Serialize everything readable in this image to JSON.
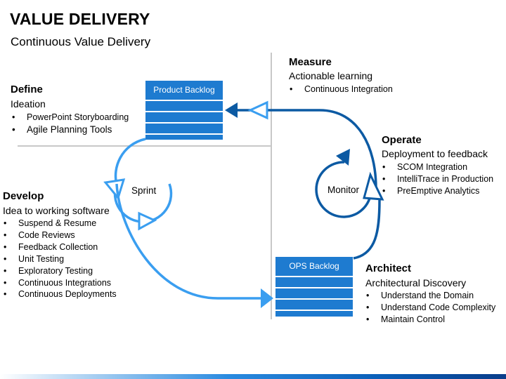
{
  "title": "VALUE DELIVERY",
  "subtitle": "Continuous Value Delivery",
  "colors": {
    "dark_blue": "#0c5aa3",
    "mid_blue": "#1e7bd0",
    "light_blue": "#3a9ef0",
    "divider": "#c8c8c8"
  },
  "sections": {
    "define": {
      "title": "Define",
      "subtitle": "Ideation",
      "items": [
        "PowerPoint Storyboarding",
        "Agile Planning Tools"
      ]
    },
    "measure": {
      "title": "Measure",
      "subtitle": "Actionable learning",
      "items": [
        "Continuous Integration"
      ]
    },
    "operate": {
      "title": "Operate",
      "subtitle": "Deployment to feedback",
      "items": [
        "SCOM Integration",
        "IntelliTrace in Production",
        "PreEmptive Analytics"
      ]
    },
    "develop": {
      "title": "Develop",
      "subtitle": "Idea to working software",
      "items": [
        "Suspend & Resume",
        "Code Reviews",
        "Feedback Collection",
        "Unit Testing",
        "Exploratory Testing",
        "Continuous Integrations",
        "Continuous Deployments"
      ]
    },
    "architect": {
      "title": "Architect",
      "subtitle": "Architectural Discovery",
      "items": [
        "Understand the Domain",
        "Understand Code Complexity",
        "Maintain Control"
      ]
    }
  },
  "product_backlog": {
    "label": "Product Backlog"
  },
  "ops_backlog": {
    "label": "OPS Backlog"
  },
  "loops": {
    "sprint": "Sprint",
    "monitor": "Monitor"
  }
}
